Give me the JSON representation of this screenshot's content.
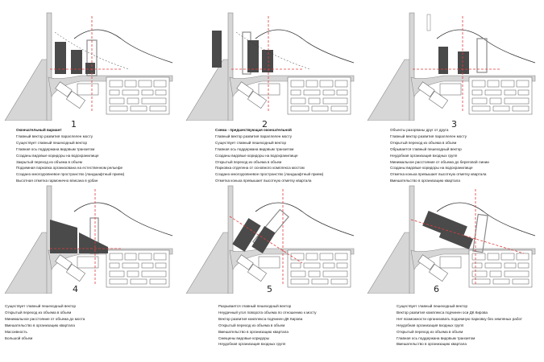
{
  "panels": [
    {
      "number": "1",
      "title": "Окончательный вариант",
      "items": [
        "Главный вектор развития параллелен мосту",
        "Существует главный пешеходный вектор",
        "Главная ось поддержана видовым транзитом",
        "Созданы видовые коридоры на водохранилище",
        "Закрытый переход из объема в объем",
        "Подземная парковка организована на естественном рельефе",
        "Создано многоуровневое пространство (ландшафтный прием)",
        "Высотная отметка гармонично вписана в урбан"
      ]
    },
    {
      "number": "2",
      "title": "Схема - предшествующая окончательной",
      "items": [
        "Главный вектор развития параллелен мосту",
        "Существует главный пешеходный вектор",
        "Главная ось поддержана видовым транзитом",
        "Созданы видовые коридоры на водохранилище",
        "Открытый переход из объема в объем",
        "Парковка отделена от основного комплекса мостом",
        "Создано многоуровневое пространство (ландшафтный прием)",
        "Отметка конька превышает высотную отметку квартала"
      ]
    },
    {
      "number": "3",
      "title": "",
      "items": [
        "Объекты разорваны друг от друга",
        "Главный вектор развития параллелен мосту",
        "Открытый переход из объема в объем",
        "Обрывается главный пешеходный вектор",
        "Неудобная организация входных групп",
        "Минимальное расстояние от объема до береговой линии",
        "Созданы видовые коридоры на водохранилище",
        "Отметка конька превышает высотную отметку квартала",
        "Вмешательство в организацию квартала"
      ]
    },
    {
      "number": "4",
      "title": "",
      "items": [
        "Существует главный пешеходный вектор",
        "Открытый переход из объема в объем",
        "Минимальное расстояние от объема до моста",
        "Вмешательство в организацию квартала",
        "Массивность",
        "Большой объем"
      ]
    },
    {
      "number": "5",
      "title": "",
      "items": [
        "Разрывается главный пешеходный вектор",
        "Неудачный угол поворота объема по отношению к мосту",
        "Вектор развития комплекса подчинен ДК Кирова",
        "Открытый переход из объема в объем",
        "Вмешательство в организацию квартала",
        "Смещены видовые коридоры",
        "Неудобная организация входных групп"
      ]
    },
    {
      "number": "6",
      "title": "",
      "items": [
        "Существует главный пешеходный вектор",
        "Вектор развития комплекса подчинен оси ДК Кирова",
        "Нет возможности организовать подземную парковку без земляных работ",
        "Неудобная организация входных групп",
        "Открытый переход из объема в объем",
        "Главная ось поддержана видовым транзитом",
        "Вмешательство в организацию квартала"
      ]
    }
  ],
  "colors": {
    "road": "#d2d2d2",
    "road_edge": "#8a8a8a",
    "block": "#4a4a4a",
    "axis": "#e23b3b",
    "bridge": "#9a9a9a"
  }
}
